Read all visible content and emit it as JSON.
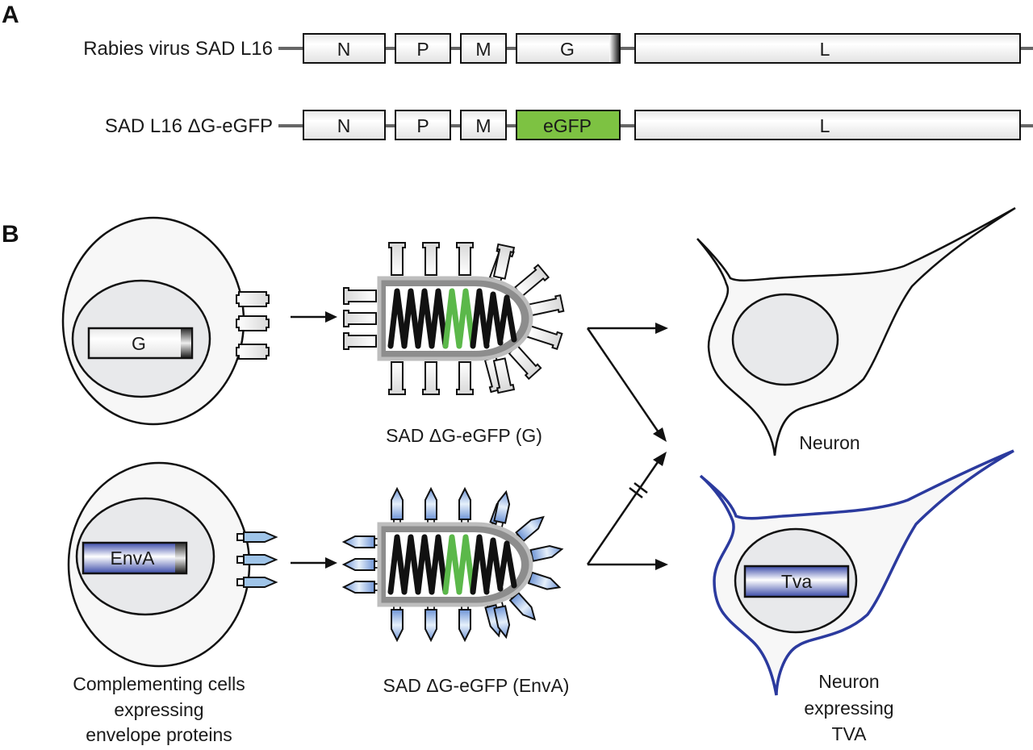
{
  "panel_a": {
    "label": "A",
    "rows": [
      {
        "name": "Rabies virus SAD L16",
        "genes": [
          {
            "label": "N",
            "kind": "plain"
          },
          {
            "label": "P",
            "kind": "plain"
          },
          {
            "label": "M",
            "kind": "plain"
          },
          {
            "label": "G",
            "kind": "g-gradient"
          },
          {
            "label": "L",
            "kind": "plain"
          }
        ]
      },
      {
        "name": "SAD L16 ΔG-eGFP",
        "genes": [
          {
            "label": "N",
            "kind": "plain"
          },
          {
            "label": "P",
            "kind": "plain"
          },
          {
            "label": "M",
            "kind": "plain"
          },
          {
            "label": "eGFP",
            "kind": "green"
          },
          {
            "label": "L",
            "kind": "plain"
          }
        ]
      }
    ]
  },
  "panel_b": {
    "label": "B",
    "cell_g_gene": "G",
    "cell_enva_gene": "EnvA",
    "virus_g_caption": "SAD ΔG-eGFP (G)",
    "virus_enva_caption": "SAD ΔG-eGFP  (EnvA)",
    "complementing_caption": [
      "Complementing cells",
      "expressing",
      "envelope proteins"
    ],
    "neuron_caption": "Neuron",
    "neuron_tva_gene": "Tva",
    "neuron_tva_caption": [
      "Neuron",
      "expressing",
      "TVA"
    ]
  },
  "colors": {
    "egfp_green": "#7dc242",
    "helix_green": "#5bb84a",
    "tva_blue": "#2b3a9e",
    "enva_blue": "#9fc4e8",
    "box_fill": "#f4f4f4",
    "nucleus_fill": "#e8e9eb",
    "cell_fill": "#f7f7f7"
  }
}
